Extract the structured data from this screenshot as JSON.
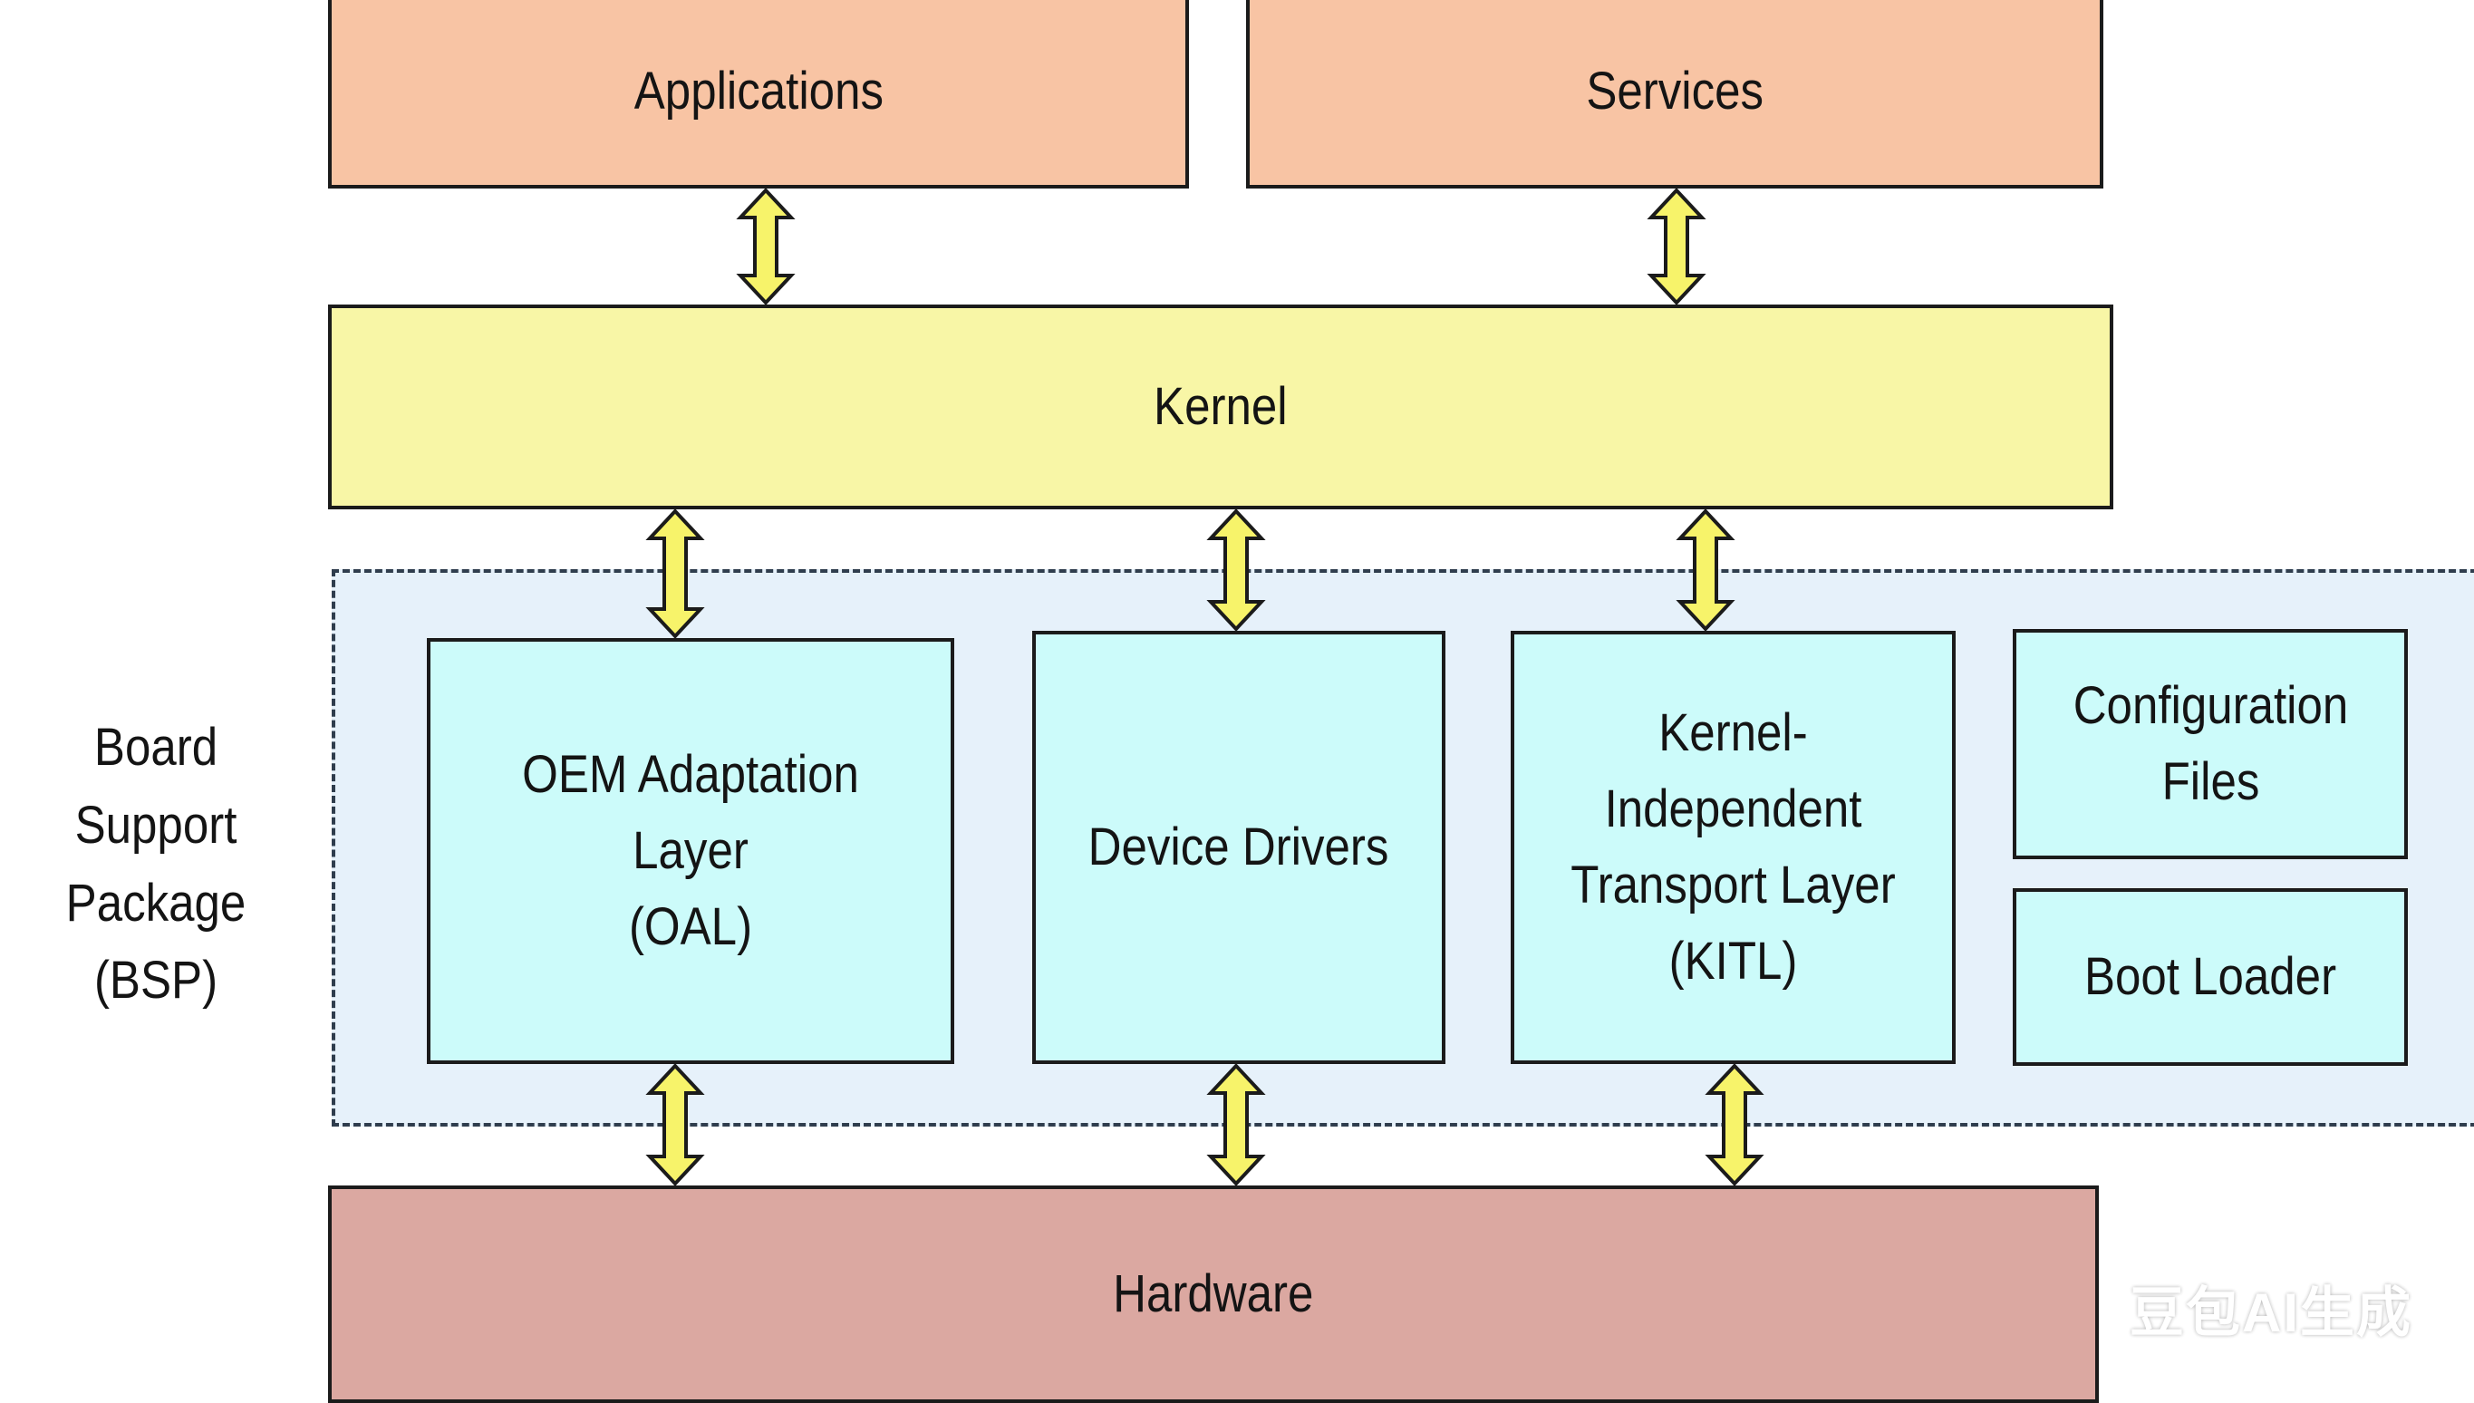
{
  "layers": {
    "applications": "Applications",
    "services": "Services",
    "kernel": "Kernel",
    "hardware": "Hardware"
  },
  "bsp": {
    "label": "Board Support\nPackage\n(BSP)",
    "components": {
      "oal": "OEM Adaptation Layer\n(OAL)",
      "device_drivers": "Device Drivers",
      "kitl": "Kernel-Independent\nTransport Layer\n(KITL)",
      "configuration_files": "Configuration\nFiles",
      "boot_loader": "Boot Loader"
    }
  },
  "watermark": "豆包AI生成",
  "colors": {
    "top_layer": "#f8c4a4",
    "kernel": "#f8f6a6",
    "bsp_background": "#e6f1fa",
    "bsp_component": "#ccfbfa",
    "hardware": "#dba8a1",
    "arrow": "#f7f36a"
  }
}
